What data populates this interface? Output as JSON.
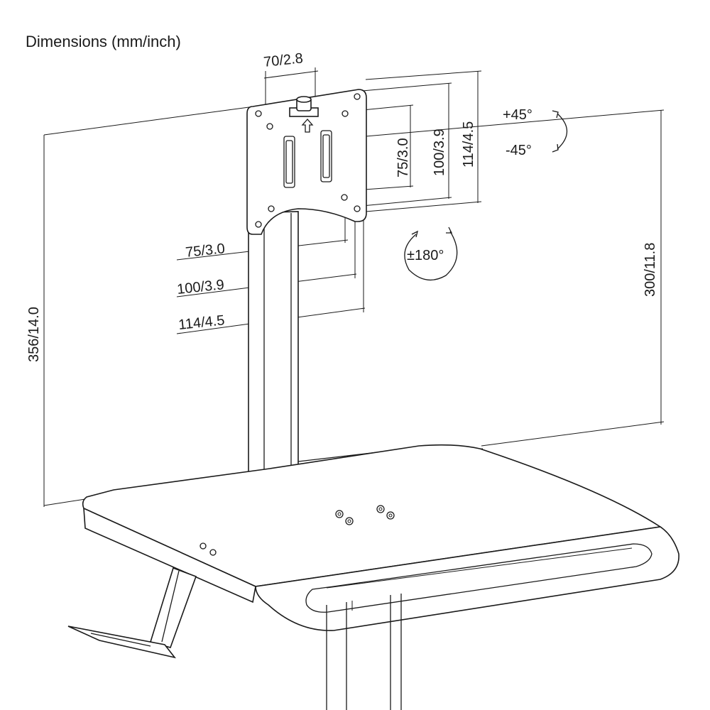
{
  "title": "Dimensions (mm/inch)",
  "dimensions": {
    "mount_top_width": "70/2.8",
    "vesa_vertical_75": "75/3.0",
    "vesa_vertical_100": "100/3.9",
    "vesa_vertical_114": "114/4.5",
    "vesa_horizontal_75": "75/3.0",
    "vesa_horizontal_100": "100/3.9",
    "vesa_horizontal_114": "114/4.5",
    "total_height": "356/14.0",
    "pole_height": "300/11.8"
  },
  "rotation": {
    "tilt_up": "+45°",
    "tilt_down": "-45°",
    "swivel": "±180°"
  }
}
